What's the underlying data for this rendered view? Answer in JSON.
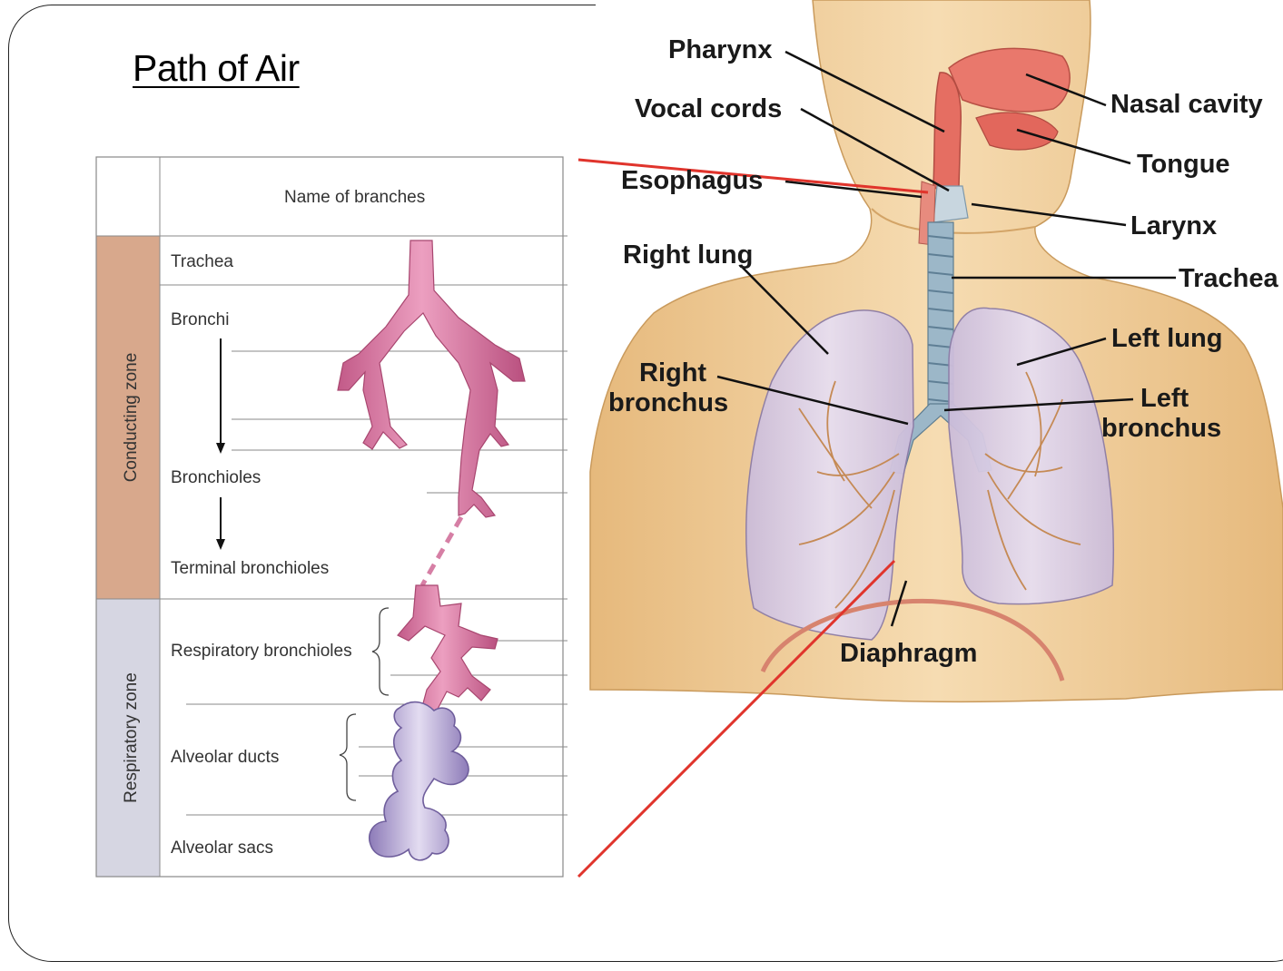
{
  "slide": {
    "title": "Path of Air"
  },
  "branch_table": {
    "header": "Name of branches",
    "zones": [
      {
        "label": "Conducting zone",
        "color": "#d8a88c"
      },
      {
        "label": "Respiratory zone",
        "color": "#d6d6e2"
      }
    ],
    "branches": [
      "Trachea",
      "Bronchi",
      "Bronchioles",
      "Terminal bronchioles",
      "Respiratory bronchioles",
      "Alveolar ducts",
      "Alveolar sacs"
    ]
  },
  "anatomy": {
    "labels": {
      "pharynx": "Pharynx",
      "vocal_cords": "Vocal cords",
      "esophagus": "Esophagus",
      "right_lung": "Right lung",
      "right_bronchus_1": "Right",
      "right_bronchus_2": "bronchus",
      "nasal_cavity": "Nasal cavity",
      "tongue": "Tongue",
      "larynx": "Larynx",
      "trachea": "Trachea",
      "left_lung": "Left lung",
      "left_bronchus_1": "Left",
      "left_bronchus_2": "bronchus",
      "diaphragm": "Diaphragm"
    }
  },
  "colors": {
    "skin": "#f2d3a4",
    "skin_shade": "#e3b678",
    "lung": "#d9cde3",
    "airway_pink": "#d67fa5",
    "alveoli_purple": "#a99cc9",
    "nasal_red": "#e56e62",
    "connector_red": "#e0342c",
    "trachea_blue": "#9cb7c8"
  }
}
